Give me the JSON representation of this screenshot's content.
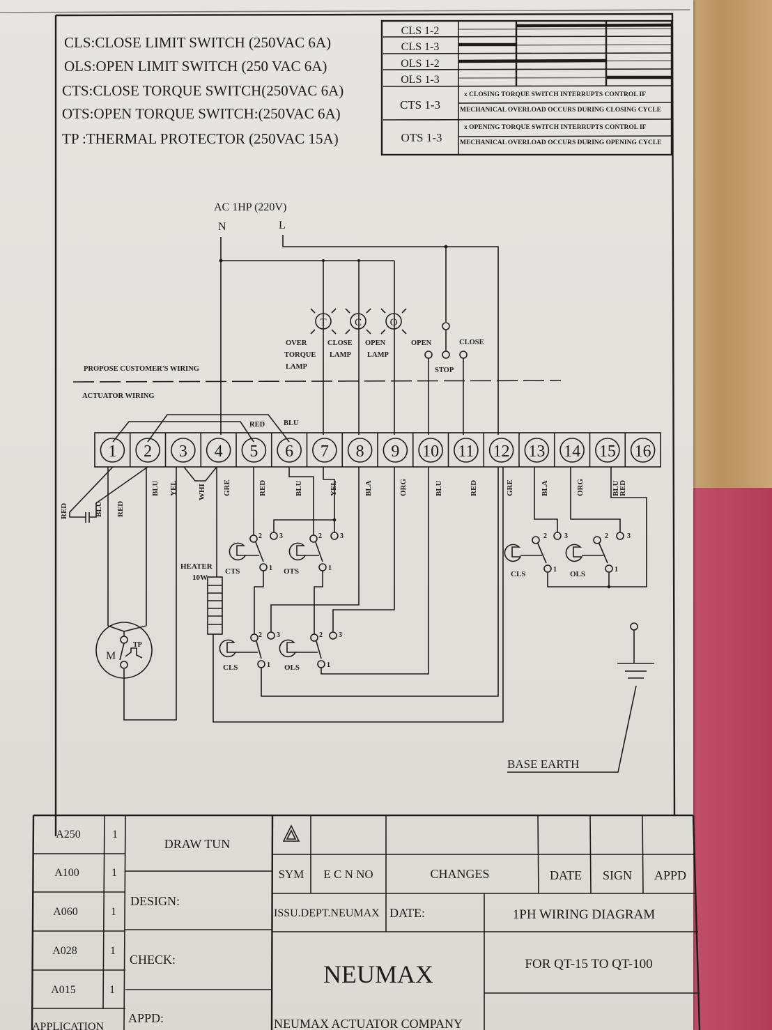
{
  "legend": [
    "CLS:CLOSE LIMIT SWITCH (250VAC 6A)",
    "OLS:OPEN LIMIT SWITCH (250 VAC 6A)",
    "CTS:CLOSE TORQUE SWITCH(250VAC 6A)",
    "OTS:OPEN TORQUE SWITCH:(250VAC 6A)",
    "TP :THERMAL PROTECTOR (250VAC 15A)"
  ],
  "switch_table": {
    "rows": [
      "CLS 1-2",
      "CLS 1-3",
      "OLS 1-2",
      "OLS 1-3"
    ],
    "cts_label": "CTS 1-3",
    "cts_note": [
      "x  CLOSING TORQUE SWITCH INTERRUPTS CONTROL IF",
      "MECHANICAL OVERLOAD OCCURS DURING CLOSING CYCLE"
    ],
    "ots_label": "OTS 1-3",
    "ots_note": [
      "x  OPENING TORQUE SWITCH INTERRUPTS CONTROL IF",
      "MECHANICAL OVERLOAD OCCURS DURING OPENING CYCLE"
    ]
  },
  "power": {
    "title": "AC 1HP (220V)",
    "neutral": "N",
    "line": "L"
  },
  "lamps": [
    {
      "symbol": "T",
      "label": [
        "OVER",
        "TORQUE",
        "LAMP"
      ]
    },
    {
      "symbol": "C",
      "label": [
        "CLOSE",
        "LAMP"
      ]
    },
    {
      "symbol": "O",
      "label": [
        "OPEN",
        "LAMP"
      ]
    }
  ],
  "controls": {
    "open": "OPEN",
    "stop": "STOP",
    "close": "CLOSE"
  },
  "zones": {
    "customer": "PROPOSE CUSTOMER'S WIRING",
    "actuator": "ACTUATOR WIRING"
  },
  "jumper_labels": {
    "red": "RED",
    "blu": "BLU"
  },
  "terminals": [
    "1",
    "2",
    "3",
    "4",
    "5",
    "6",
    "7",
    "8",
    "9",
    "10",
    "11",
    "12",
    "13",
    "14",
    "15",
    "16"
  ],
  "wire_colors": [
    {
      "terminal": "2",
      "color": "BLU"
    },
    {
      "terminal": "3",
      "color": "YEL"
    },
    {
      "terminal": "3-4",
      "color": "WHI"
    },
    {
      "terminal": "4",
      "color": "GRE"
    },
    {
      "terminal": "5",
      "color": "RED"
    },
    {
      "terminal": "6",
      "color": "BLU"
    },
    {
      "terminal": "7",
      "color": "YEL"
    },
    {
      "terminal": "8",
      "color": "BLA"
    },
    {
      "terminal": "9",
      "color": "ORG"
    },
    {
      "terminal": "10",
      "color": "BLU"
    },
    {
      "terminal": "11",
      "color": "RED"
    },
    {
      "terminal": "12",
      "color": "GRE"
    },
    {
      "terminal": "13",
      "color": "BLA"
    },
    {
      "terminal": "14",
      "color": "ORG"
    },
    {
      "terminal": "15",
      "color": "BLU RED"
    }
  ],
  "capacitor_labels": [
    "RED",
    "BLU",
    "RED"
  ],
  "components": {
    "heater": [
      "HEATER",
      "10W"
    ],
    "motor": "M",
    "tp": "TP",
    "cts": "CTS",
    "ots": "OTS",
    "cls": "CLS",
    "ols": "OLS",
    "pin1": "1",
    "pin2": "2",
    "pin3": "3",
    "earth": "BASE EARTH"
  },
  "title_block": {
    "models": [
      {
        "model": "A250",
        "qty": "1"
      },
      {
        "model": "A100",
        "qty": "1"
      },
      {
        "model": "A060",
        "qty": "1"
      },
      {
        "model": "A028",
        "qty": "1"
      },
      {
        "model": "A015",
        "qty": "1"
      }
    ],
    "application": "APPLICATION",
    "draw": "DRAW TUN",
    "design": "DESIGN:",
    "check": "CHECK:",
    "appd_label": "APPD:",
    "sym": "SYM",
    "ecn": "E C N NO",
    "changes": "CHANGES",
    "date": "DATE",
    "sign": "SIGN",
    "appd": "APPD",
    "issu": "ISSU.DEPT.NEUMAX",
    "date_field": "DATE:",
    "title": "1PH WIRING DIAGRAM",
    "subtitle": "FOR QT-15 TO QT-100",
    "company_logo": "NEUMAX",
    "company_name": "NEUMAX ACTUATOR COMPANY"
  }
}
